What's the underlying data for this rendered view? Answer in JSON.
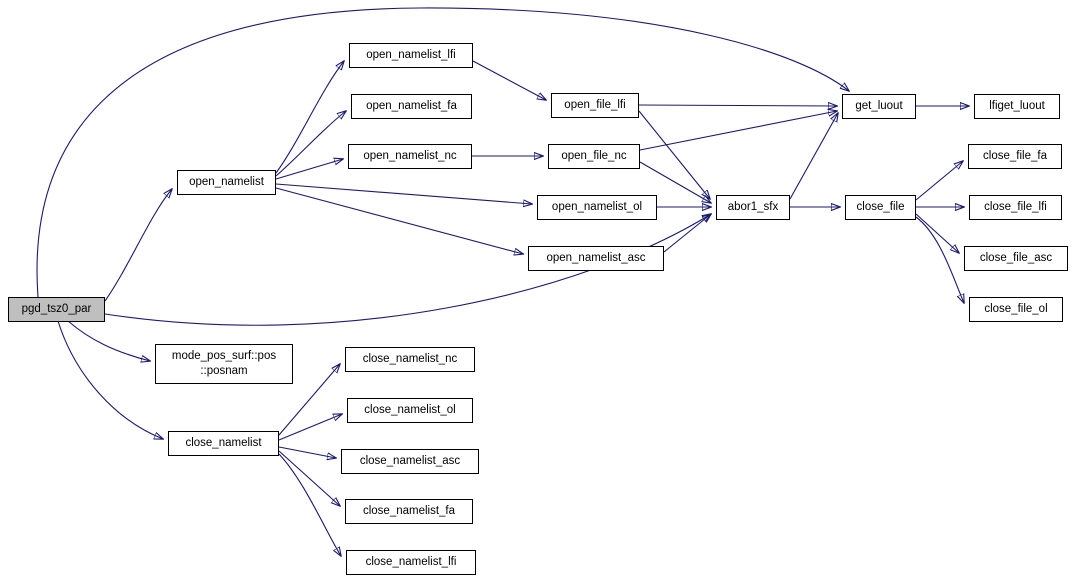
{
  "diagram": {
    "type": "call-graph",
    "root": "pgd_tsz0_par",
    "edge_color": "#191970",
    "node_border_color": "#000000",
    "node_fill": "#ffffff",
    "highlight_fill": "#bfbfbf",
    "nodes": {
      "pgd_tsz0_par": {
        "label": "pgd_tsz0_par",
        "highlighted": true
      },
      "open_namelist": {
        "label": "open_namelist"
      },
      "open_namelist_lfi": {
        "label": "open_namelist_lfi"
      },
      "open_namelist_fa": {
        "label": "open_namelist_fa"
      },
      "open_namelist_nc": {
        "label": "open_namelist_nc"
      },
      "open_file_lfi": {
        "label": "open_file_lfi"
      },
      "open_file_nc": {
        "label": "open_file_nc"
      },
      "open_namelist_ol": {
        "label": "open_namelist_ol"
      },
      "open_namelist_asc": {
        "label": "open_namelist_asc"
      },
      "abor1_sfx": {
        "label": "abor1_sfx"
      },
      "get_luout": {
        "label": "get_luout"
      },
      "lfiget_luout": {
        "label": "lfiget_luout"
      },
      "close_file": {
        "label": "close_file"
      },
      "close_file_fa": {
        "label": "close_file_fa"
      },
      "close_file_lfi": {
        "label": "close_file_lfi"
      },
      "close_file_asc": {
        "label": "close_file_asc"
      },
      "close_file_ol": {
        "label": "close_file_ol"
      },
      "posnam": {
        "label": "mode_pos_surf::pos\n::posnam"
      },
      "close_namelist": {
        "label": "close_namelist"
      },
      "close_namelist_nc": {
        "label": "close_namelist_nc"
      },
      "close_namelist_ol": {
        "label": "close_namelist_ol"
      },
      "close_namelist_asc": {
        "label": "close_namelist_asc"
      },
      "close_namelist_fa": {
        "label": "close_namelist_fa"
      },
      "close_namelist_lfi": {
        "label": "close_namelist_lfi"
      }
    },
    "edges": [
      [
        "pgd_tsz0_par",
        "open_namelist"
      ],
      [
        "pgd_tsz0_par",
        "get_luout"
      ],
      [
        "pgd_tsz0_par",
        "abor1_sfx"
      ],
      [
        "pgd_tsz0_par",
        "posnam"
      ],
      [
        "pgd_tsz0_par",
        "close_namelist"
      ],
      [
        "open_namelist",
        "open_namelist_lfi"
      ],
      [
        "open_namelist",
        "open_namelist_fa"
      ],
      [
        "open_namelist",
        "open_namelist_nc"
      ],
      [
        "open_namelist",
        "open_namelist_ol"
      ],
      [
        "open_namelist",
        "open_namelist_asc"
      ],
      [
        "open_namelist_lfi",
        "open_file_lfi"
      ],
      [
        "open_namelist_nc",
        "open_file_nc"
      ],
      [
        "open_file_lfi",
        "get_luout"
      ],
      [
        "open_file_lfi",
        "abor1_sfx"
      ],
      [
        "open_file_nc",
        "abor1_sfx"
      ],
      [
        "open_file_nc",
        "get_luout"
      ],
      [
        "open_namelist_ol",
        "abor1_sfx"
      ],
      [
        "open_namelist_asc",
        "abor1_sfx"
      ],
      [
        "abor1_sfx",
        "get_luout"
      ],
      [
        "abor1_sfx",
        "close_file"
      ],
      [
        "get_luout",
        "lfiget_luout"
      ],
      [
        "close_file",
        "close_file_fa"
      ],
      [
        "close_file",
        "close_file_lfi"
      ],
      [
        "close_file",
        "close_file_asc"
      ],
      [
        "close_file",
        "close_file_ol"
      ],
      [
        "close_namelist",
        "close_namelist_nc"
      ],
      [
        "close_namelist",
        "close_namelist_ol"
      ],
      [
        "close_namelist",
        "close_namelist_asc"
      ],
      [
        "close_namelist",
        "close_namelist_fa"
      ],
      [
        "close_namelist",
        "close_namelist_lfi"
      ]
    ]
  }
}
